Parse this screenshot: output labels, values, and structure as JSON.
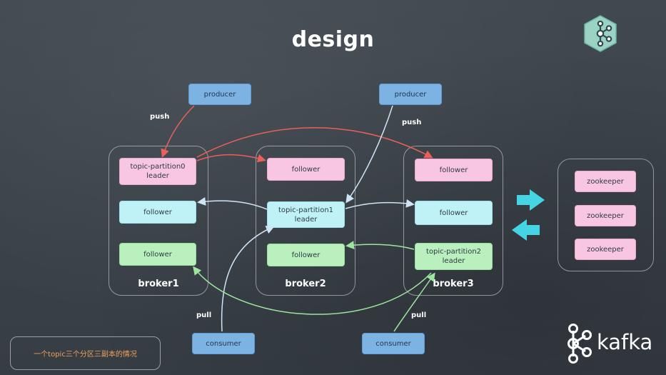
{
  "title": "design",
  "brokers": [
    {
      "label": "broker1"
    },
    {
      "label": "broker2"
    },
    {
      "label": "broker3"
    }
  ],
  "nodes": {
    "p0_leader": "topic-partition0\nleader",
    "b1_follower_cyan": "follower",
    "b1_follower_green": "follower",
    "b2_follower_pink": "follower",
    "p1_leader": "topic-partition1\nleader",
    "b2_follower_green": "follower",
    "b3_follower_pink": "follower",
    "b3_follower_cyan": "follower",
    "p2_leader": "topic-partition2\nleader"
  },
  "producers": [
    "producer",
    "producer"
  ],
  "consumers": [
    "consumer",
    "consumer"
  ],
  "zookeepers": [
    "zookeeper",
    "zookeeper",
    "zookeeper"
  ],
  "labels": {
    "push": "push",
    "pull": "pull"
  },
  "caption": "一个topic三个分区三副本的情况",
  "logo_text": "kafka",
  "colors": {
    "replica_pink": "#f8c6e2",
    "replica_cyan": "#bff2f6",
    "replica_green": "#b9f0bd",
    "client_blue": "#7db3e3",
    "arrow_red": "#e8605a",
    "arrow_cyan": "#44d4e4",
    "caption_orange": "#f0a05a"
  },
  "icons": [
    "kafka-hex-logo-icon",
    "kafka-logo-icon",
    "cyan-arrow-right-icon",
    "cyan-arrow-left-icon"
  ]
}
